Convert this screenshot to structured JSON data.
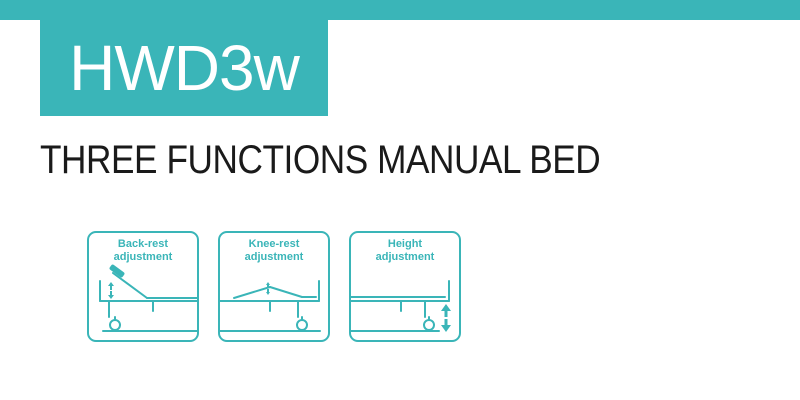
{
  "model": "HWD3w",
  "title": "THREE FUNCTIONS MANUAL BED",
  "colors": {
    "accent": "#3ab5b8",
    "text": "#1a1a1a",
    "background": "#ffffff"
  },
  "features": [
    {
      "line1": "Back-rest",
      "line2": "adjustment",
      "icon": "backrest-adjustment-icon"
    },
    {
      "line1": "Knee-rest",
      "line2": "adjustment",
      "icon": "kneerest-adjustment-icon"
    },
    {
      "line1": "Height",
      "line2": "adjustment",
      "icon": "height-adjustment-icon"
    }
  ]
}
